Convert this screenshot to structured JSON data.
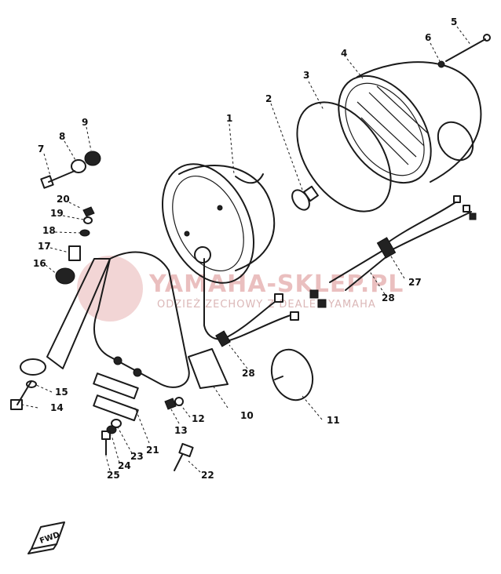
{
  "watermark": {
    "brand": "YAMAHA-SKLEP.PL",
    "tagline": "ODZIEŻ ZECHOWY Z DEALER YAMAHA"
  },
  "direction_marker": "FWD",
  "callouts": [
    {
      "id": "1",
      "text": "1"
    },
    {
      "id": "2",
      "text": "2"
    },
    {
      "id": "3",
      "text": "3"
    },
    {
      "id": "4",
      "text": "4"
    },
    {
      "id": "5",
      "text": "5"
    },
    {
      "id": "6",
      "text": "6"
    },
    {
      "id": "7",
      "text": "7"
    },
    {
      "id": "8",
      "text": "8"
    },
    {
      "id": "9",
      "text": "9"
    },
    {
      "id": "10",
      "text": "10"
    },
    {
      "id": "11",
      "text": "11"
    },
    {
      "id": "12",
      "text": "12"
    },
    {
      "id": "13",
      "text": "13"
    },
    {
      "id": "14",
      "text": "14"
    },
    {
      "id": "15",
      "text": "15"
    },
    {
      "id": "16",
      "text": "16"
    },
    {
      "id": "17",
      "text": "17"
    },
    {
      "id": "18",
      "text": "18"
    },
    {
      "id": "19",
      "text": "19"
    },
    {
      "id": "20",
      "text": "20"
    },
    {
      "id": "21",
      "text": "21"
    },
    {
      "id": "22",
      "text": "22"
    },
    {
      "id": "23",
      "text": "23"
    },
    {
      "id": "24",
      "text": "24"
    },
    {
      "id": "25",
      "text": "25"
    },
    {
      "id": "27",
      "text": "27"
    },
    {
      "id": "28a",
      "text": "28"
    },
    {
      "id": "28b",
      "text": "28"
    }
  ]
}
